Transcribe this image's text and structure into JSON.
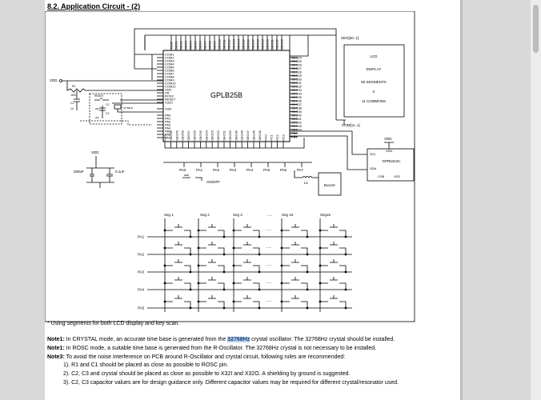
{
  "section_title": "8.2. Application Circuit - (2)",
  "ic": {
    "name": "GPLB25B",
    "left_pins": [
      "COM1",
      "COM2",
      "COM3",
      "COM4",
      "COM5",
      "COM6",
      "COM7",
      "COM8",
      "COM9",
      "COM10",
      "COM11",
      "VDD",
      "VR",
      "ROSC",
      "RESET",
      "X32O",
      "",
      "X32I",
      "",
      "PA0",
      "PA1",
      "PA2",
      "PA3",
      "PA4",
      "PA5",
      "PA6",
      "PA7"
    ],
    "top_pins": [
      "TEST",
      "SEG1",
      "SEG2",
      "SEG3",
      "SEG4",
      "SEG5",
      "SEG6",
      "SEG7",
      "SEG8",
      "SEG9",
      "SEG10",
      "SEG11",
      "SEG12",
      "SEG13",
      "SEG14",
      "SEG15",
      "SEG16",
      "SEG17",
      "SEG18",
      "SEG19",
      "SEG20",
      "SEG21",
      "SEG22",
      "SEG23"
    ],
    "right_pins": [
      "SEG24",
      "SEG25",
      "SEG26",
      "SEG27",
      "SEG28",
      "SEG29",
      "SEG30",
      "SEG31",
      "SEG32",
      "SEG33",
      "SEG34",
      "SEG35",
      "SEG36",
      "SEG37",
      "SEG38",
      "SEG39",
      "SEG40",
      "SEG41",
      "SEG42",
      "SEG43",
      "SEG44",
      "PB0",
      "PB1"
    ],
    "bottom_pins": [
      "VSS",
      "SEG60",
      "SEG59",
      "SEG58",
      "SEG57",
      "SEG56",
      "SEG55",
      "SEG54",
      "SEG53",
      "SEG52",
      "SEG51",
      "SEG50",
      "SEG49",
      "SEG48",
      "SEG47",
      "SEG46",
      "SEG45",
      "PC0",
      "PC1",
      "PC2",
      "PC3"
    ]
  },
  "lcd": {
    "seg_bus": "SEG[60..1]",
    "com_bus": "COM[11..1]",
    "lines": [
      "LCD",
      "DISPLAY",
      "60 SEGMENTS",
      "X",
      "11 COMMONS"
    ]
  },
  "eeprom": {
    "name": "GPR5312C",
    "pins": [
      "VDD",
      "SCL",
      "SDA",
      "CSB",
      "VSS"
    ],
    "vdd_label": "VDD"
  },
  "power": {
    "vdd_label": "VDD",
    "cap_big": "200uF",
    "cap_small": "0.1uF",
    "r1": "R1",
    "r1_val": "82K",
    "c1": "C1",
    "c1_val": "1n",
    "c2": "C2",
    "c3": "C3",
    "c2_val": "20p",
    "c3_val": "20p",
    "crystal": "32768Hz",
    "reset_sw": "RESET"
  },
  "pa_labels": [
    "PA0",
    "PA1",
    "PA2",
    "PA3",
    "PA4",
    "PA5",
    "PA6",
    "PA7"
  ],
  "switch_label": "ON/OFF",
  "inductor_label": "L1",
  "buzzer_label": "Buzzer",
  "matrix": {
    "seg_cols": [
      "Seg 1",
      "Seg 2",
      "Seg 3",
      "......",
      "Seg 15",
      "Seg16"
    ],
    "rows": [
      "PA1",
      "PA2",
      "PA3",
      "PA4",
      "PA5"
    ]
  },
  "footnote": "* Using segments for both LCD display and key scan.",
  "notes": {
    "n1_key": "Note1:",
    "n1_a": "In CRYSTAL mode, an accurate time base is generated from the",
    "n1_hl": "32768Hz",
    "n1_b": "crystal oscillator.    The 32768Hz crystal should be installed.",
    "n2_key": "Note1:",
    "n2": "In ROSC mode, a suitable time base is generated from the R-Oscillator.    The 32768Hz crystal is not necessary to be installed.",
    "n3_key": "Note3:",
    "n3": "To avoid the noise interference on PCB around R-Oscillator and crystal circuit, following rules are recommended:",
    "sub1": "1). R1 and C1 should be placed as close as possible to ROSC pin.",
    "sub2": "2). C2, C3 and crystal should be placed as close as possible to X32I and X32O.    A shielding by ground is suggested.",
    "sub3": "3). C2, C3 capacitor values are for design guidance only. Different capacitor values may be required for different crystal/resonator used."
  }
}
